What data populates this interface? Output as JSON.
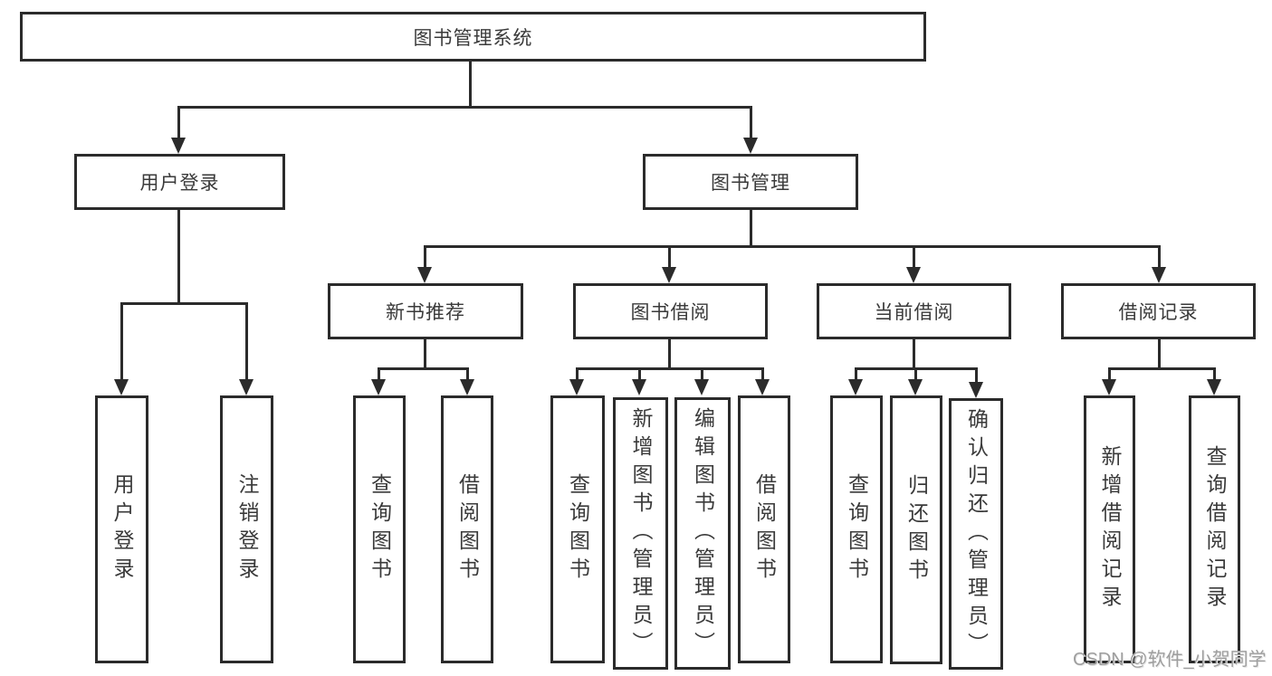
{
  "tree": {
    "root": {
      "label": "图书管理系统",
      "children": [
        {
          "label": "用户登录",
          "children": [
            {
              "label": "用户登录"
            },
            {
              "label": "注销登录"
            }
          ]
        },
        {
          "label": "图书管理",
          "children": [
            {
              "label": "新书推荐",
              "children": [
                {
                  "label": "查询图书"
                },
                {
                  "label": "借阅图书"
                }
              ]
            },
            {
              "label": "图书借阅",
              "children": [
                {
                  "label": "查询图书"
                },
                {
                  "label": "新增图书（管理员）"
                },
                {
                  "label": "编辑图书（管理员）"
                },
                {
                  "label": "借阅图书"
                }
              ]
            },
            {
              "label": "当前借阅",
              "children": [
                {
                  "label": "查询图书"
                },
                {
                  "label": "归还图书"
                },
                {
                  "label": "确认归还（管理员）"
                }
              ]
            },
            {
              "label": "借阅记录",
              "children": [
                {
                  "label": "新增借阅记录"
                },
                {
                  "label": "查询借阅记录"
                }
              ]
            }
          ]
        }
      ]
    }
  },
  "watermark": {
    "text": "CSDN @软件_小贺同学"
  },
  "colors": {
    "line": "#2b2b2b",
    "box_border": "#2b2b2b",
    "text": "#3a3a3a",
    "watermark": "#9e9e9e",
    "background": "#ffffff"
  }
}
